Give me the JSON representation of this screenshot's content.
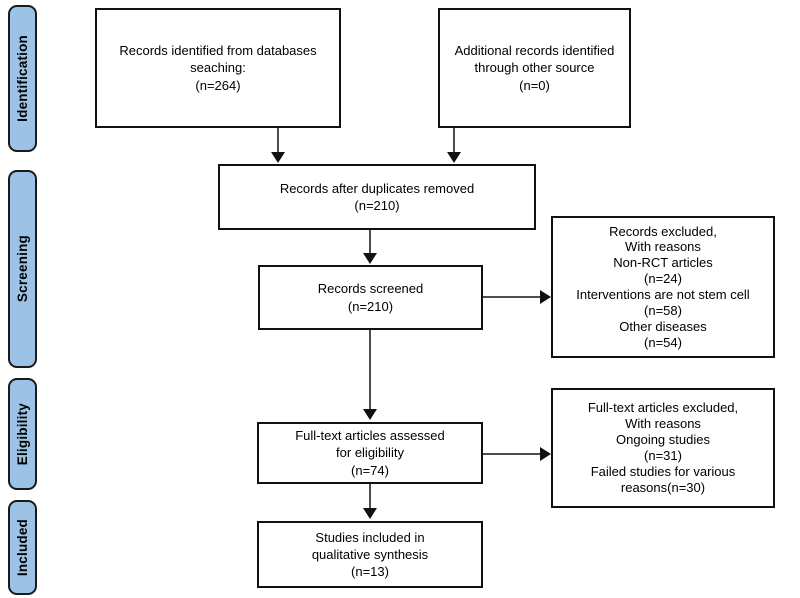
{
  "diagram": {
    "title": "PRISMA study selection flow diagram",
    "accent_color": "#9CC3E5",
    "border_color": "#111111",
    "line_color": "#4D4D4D",
    "background_color": "#FFFFFF"
  },
  "stages": [
    {
      "label": "Identification"
    },
    {
      "label": "Screening"
    },
    {
      "label": "Eligibility"
    },
    {
      "label": "Included"
    }
  ],
  "boxes": {
    "identified_databases": {
      "text": "Records identified from databases\nseaching:\n(n=264)",
      "count": 264
    },
    "identified_other": {
      "text": "Additional records identified\nthrough other source\n(n=0)",
      "count": 0
    },
    "after_duplicates": {
      "text": "Records after duplicates removed\n(n=210)",
      "count": 210
    },
    "records_screened": {
      "text": "Records screened\n(n=210)",
      "count": 210
    },
    "records_excluded": {
      "text": "Records excluded,\nWith reasons\nNon-RCT articles\n(n=24)\nInterventions are not stem cell\n(n=58)\nOther diseases\n(n=54)",
      "reasons": [
        {
          "label": "Non-RCT articles",
          "count": 24
        },
        {
          "label": "Interventions are not stem cell",
          "count": 58
        },
        {
          "label": "Other diseases",
          "count": 54
        }
      ]
    },
    "fulltext_assessed": {
      "text": "Full-text articles assessed\nfor eligibility\n(n=74)",
      "count": 74
    },
    "fulltext_excluded": {
      "text": "Full-text articles excluded,\nWith reasons\nOngoing studies\n(n=31)\nFailed studies for various\nreasons(n=30)",
      "reasons": [
        {
          "label": "Ongoing studies",
          "count": 31
        },
        {
          "label": "Failed studies for various reasons",
          "count": 30
        }
      ]
    },
    "studies_included": {
      "text": "Studies included in\nqualitative synthesis\n(n=13)",
      "count": 13
    }
  }
}
